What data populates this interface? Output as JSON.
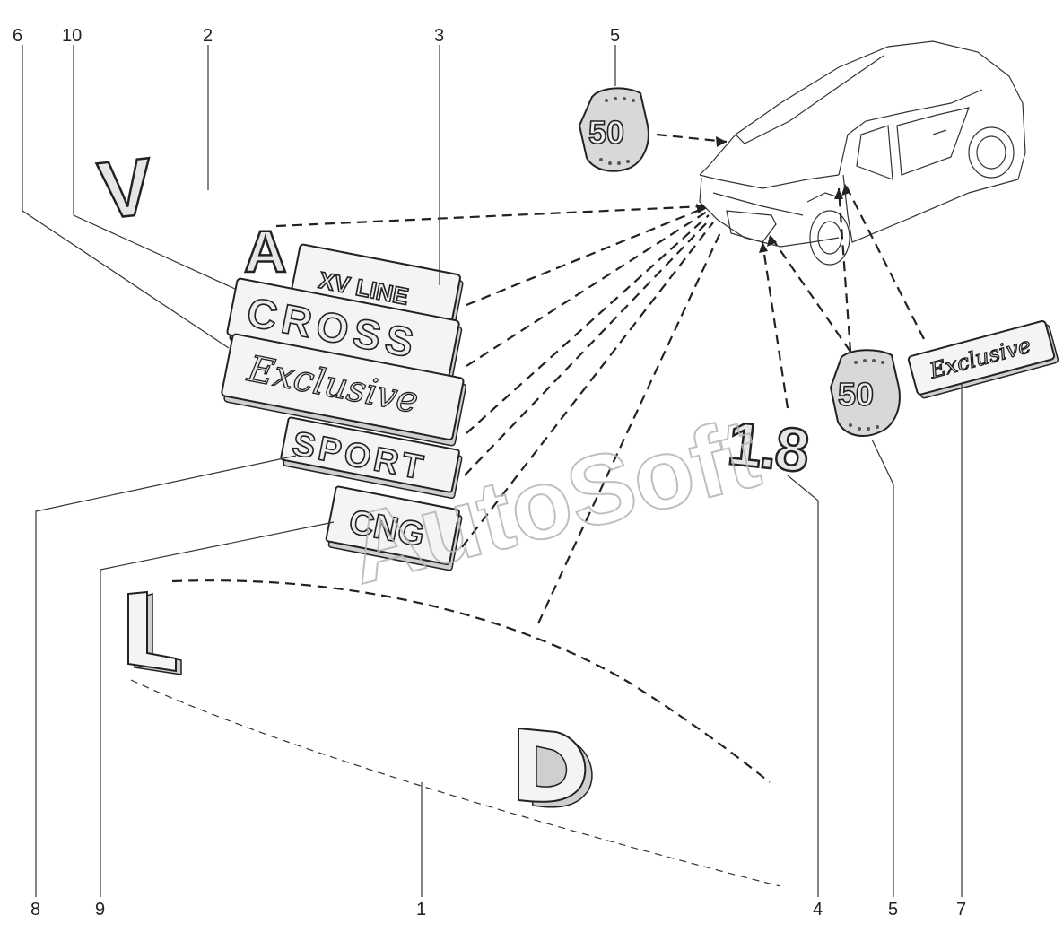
{
  "callouts": {
    "c6": "6",
    "c10": "10",
    "c2": "2",
    "c3": "3",
    "c5_top": "5",
    "c8": "8",
    "c9": "9",
    "c1": "1",
    "c4": "4",
    "c5_bottom": "5",
    "c7": "7"
  },
  "emblems": {
    "letter_v": "V",
    "letter_a": "A",
    "xv_line": "XV LINE",
    "cross": "CROSS",
    "exclusive": "Exclusive",
    "sport": "SPORT",
    "cng": "CNG",
    "letter_l": "L",
    "letter_d": "D",
    "engine": "1.8",
    "exclusive_small": "Exclusive",
    "badge_number": "50"
  },
  "watermark": "AutoSoft"
}
